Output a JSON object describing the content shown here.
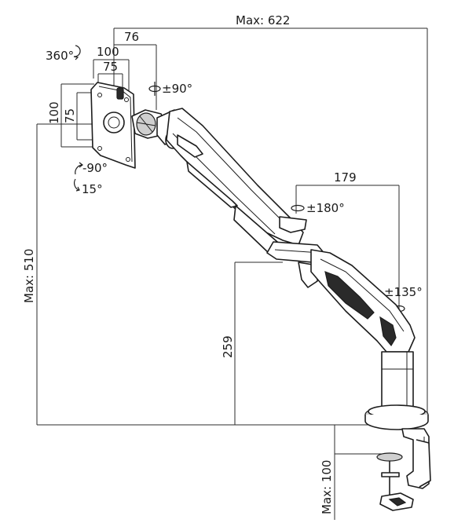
{
  "diagram": {
    "dimensions": {
      "max_width": "Max: 622",
      "plate_offset": "76",
      "vesa_large_width": "100",
      "vesa_small_width": "75",
      "vesa_large_height": "100",
      "vesa_small_height": "75",
      "max_height": "Max: 510",
      "post_height": "259",
      "forearm_reach": "179",
      "clamp_thickness": "Max: 100"
    },
    "rotations": {
      "rotation": "360°",
      "swivel_head": "±90°",
      "tilt_down": "-90°",
      "tilt_up": "15°",
      "swivel_elbow": "±180°",
      "swivel_base": "±135°"
    }
  }
}
